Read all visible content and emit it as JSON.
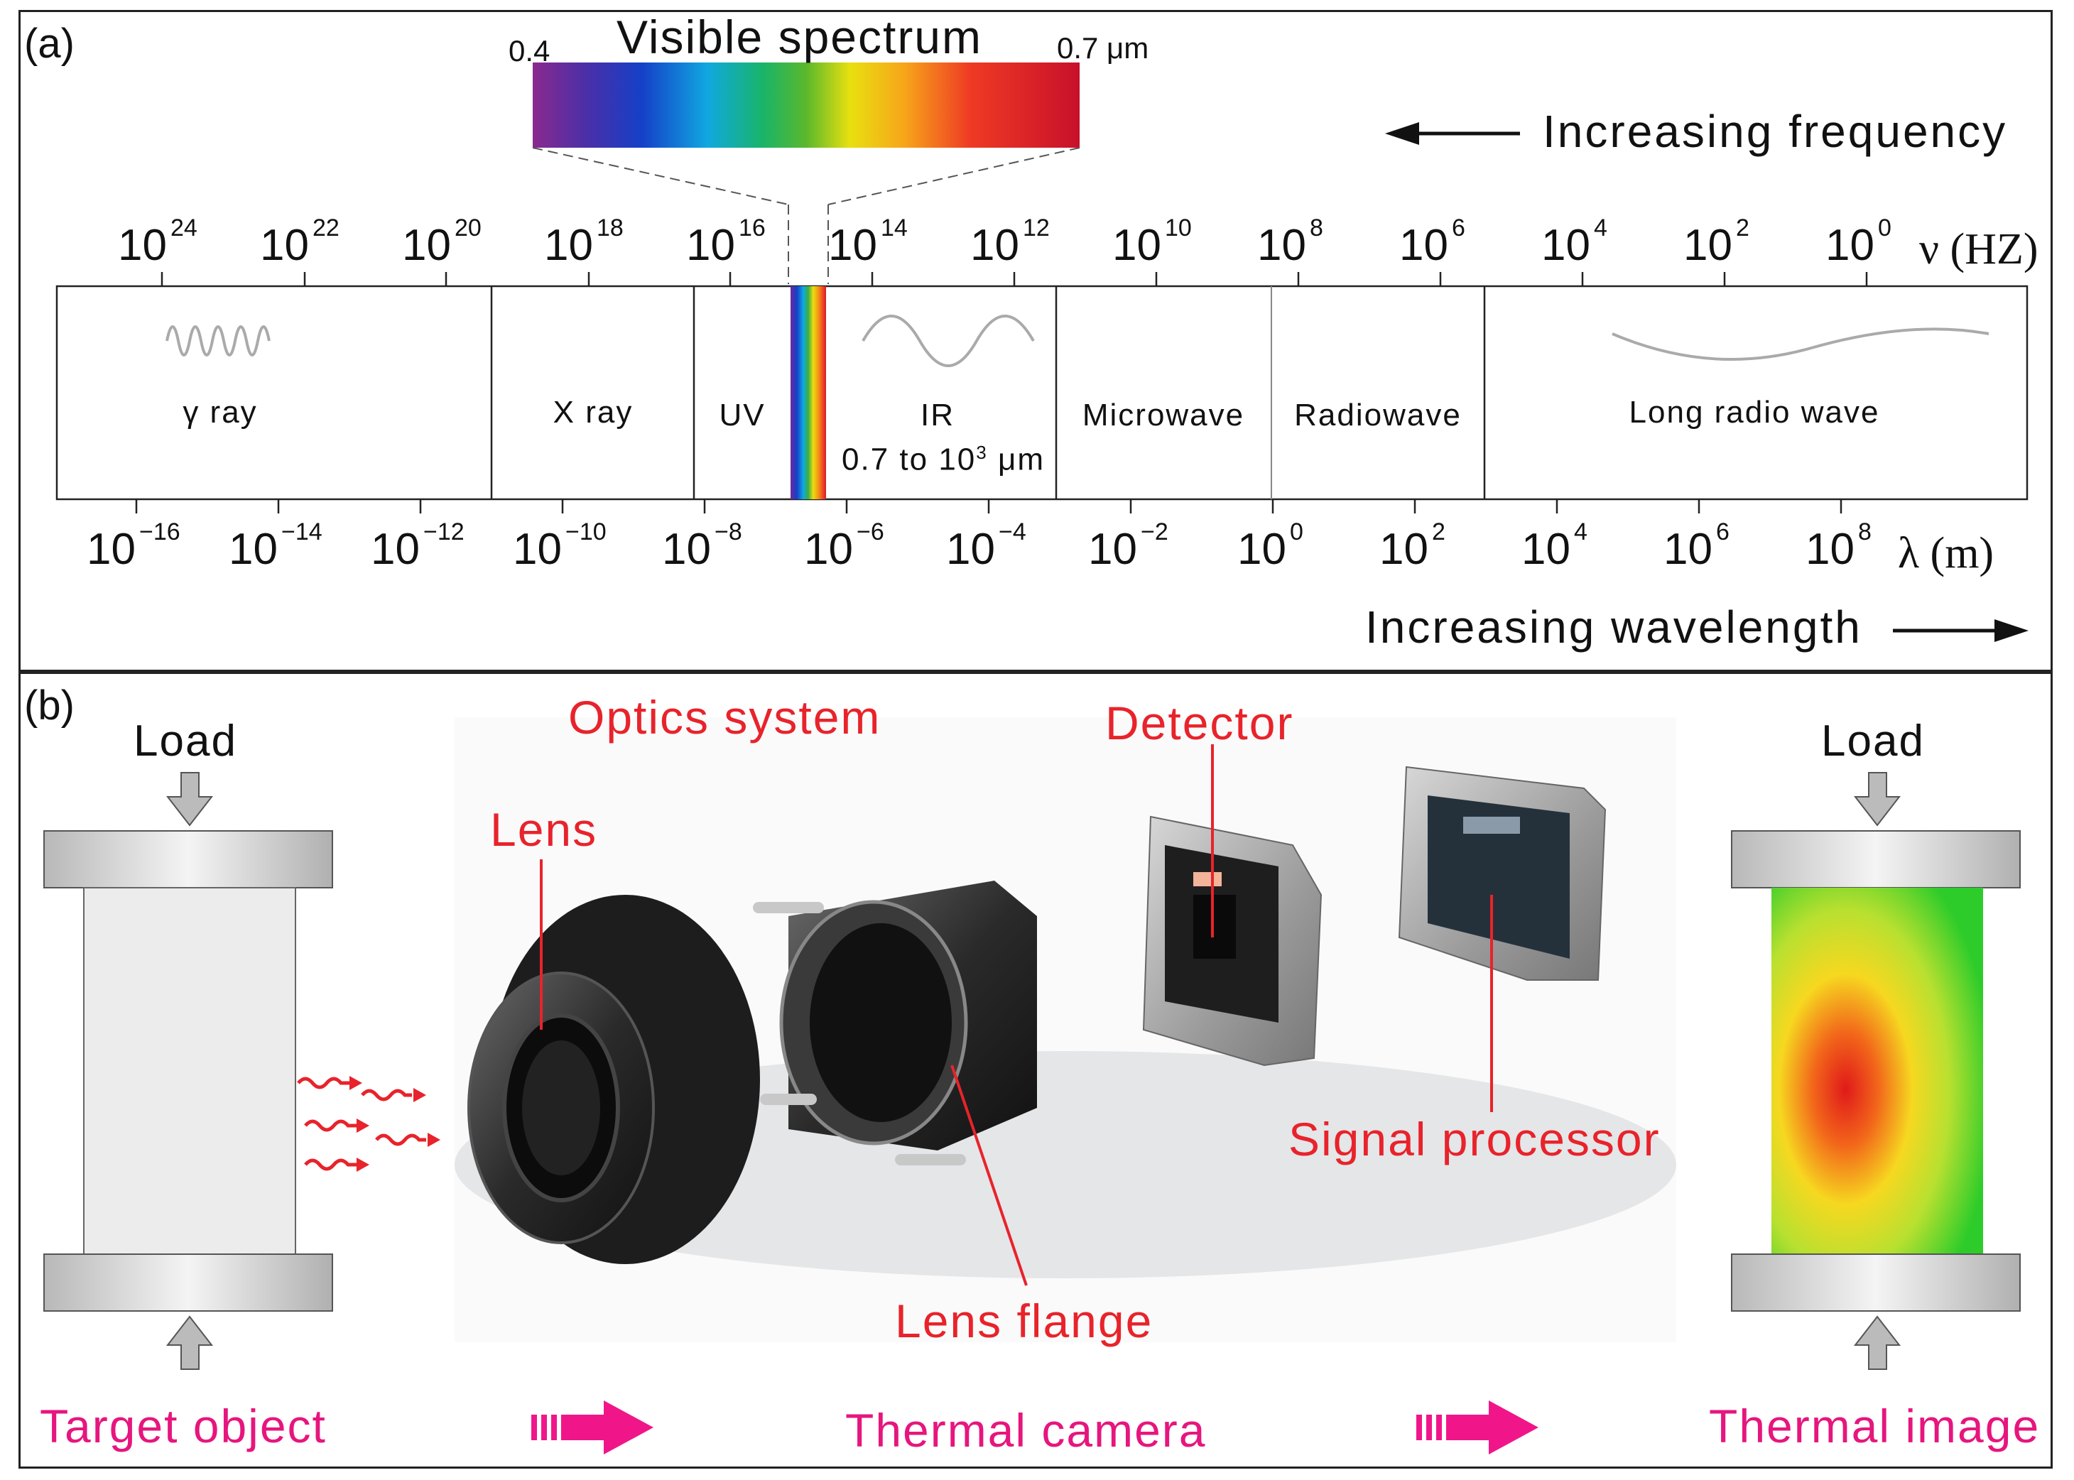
{
  "panel_a": {
    "label": "(a)",
    "visible_spectrum": {
      "title": "Visible spectrum",
      "min": "0.4",
      "max": "0.7 μm"
    },
    "frequency_arrow": "Increasing frequency",
    "wavelength_arrow": "Increasing wavelength",
    "frequency_axis": {
      "unit": "ν (HZ)",
      "ticks": [
        {
          "base": "10",
          "exp": "24"
        },
        {
          "base": "10",
          "exp": "22"
        },
        {
          "base": "10",
          "exp": "20"
        },
        {
          "base": "10",
          "exp": "18"
        },
        {
          "base": "10",
          "exp": "16"
        },
        {
          "base": "10",
          "exp": "14"
        },
        {
          "base": "10",
          "exp": "12"
        },
        {
          "base": "10",
          "exp": "10"
        },
        {
          "base": "10",
          "exp": "8"
        },
        {
          "base": "10",
          "exp": "6"
        },
        {
          "base": "10",
          "exp": "4"
        },
        {
          "base": "10",
          "exp": "2"
        },
        {
          "base": "10",
          "exp": "0"
        }
      ]
    },
    "wavelength_axis": {
      "unit": "λ (m)",
      "ticks": [
        {
          "base": "10",
          "exp": "−16"
        },
        {
          "base": "10",
          "exp": "−14"
        },
        {
          "base": "10",
          "exp": "−12"
        },
        {
          "base": "10",
          "exp": "−10"
        },
        {
          "base": "10",
          "exp": "−8"
        },
        {
          "base": "10",
          "exp": "−6"
        },
        {
          "base": "10",
          "exp": "−4"
        },
        {
          "base": "10",
          "exp": "−2"
        },
        {
          "base": "10",
          "exp": "0"
        },
        {
          "base": "10",
          "exp": "2"
        },
        {
          "base": "10",
          "exp": "4"
        },
        {
          "base": "10",
          "exp": "6"
        },
        {
          "base": "10",
          "exp": "8"
        }
      ]
    },
    "bands": {
      "gamma": "γ ray",
      "xray": "X ray",
      "uv": "UV",
      "ir": "IR",
      "ir_range_pre": "0.7 to 10",
      "ir_range_exp": "3",
      "ir_range_post": " μm",
      "microwave": "Microwave",
      "radiowave": "Radiowave",
      "long_radio": "Long radio wave"
    }
  },
  "panel_b": {
    "label": "(b)",
    "load_left": "Load",
    "load_right": "Load",
    "optics_system": "Optics system",
    "lens": "Lens",
    "detector": "Detector",
    "signal_processor": "Signal processor",
    "lens_flange": "Lens flange",
    "target_object": "Target object",
    "thermal_camera": "Thermal camera",
    "thermal_image": "Thermal image",
    "colors": {
      "red_label": "#e8232b",
      "magenta_label": "#e6167e",
      "arrow": "#f0168a"
    }
  }
}
